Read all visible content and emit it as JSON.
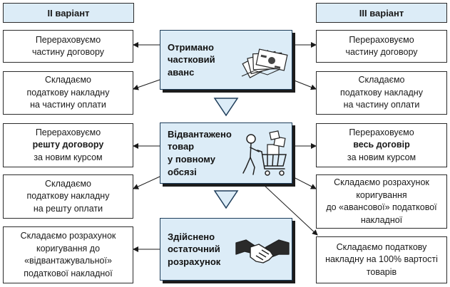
{
  "headers": {
    "left": "II варіант",
    "right": "III варіант"
  },
  "center": {
    "e1": [
      "Отримано",
      "частковий",
      "аванс"
    ],
    "e2": [
      "Відвантажено",
      "товар",
      "у повному",
      "обсязі"
    ],
    "e3": [
      "Здійснено",
      "остаточний",
      "розрахунок"
    ]
  },
  "left": {
    "b1": [
      "Перераховуємо",
      "частину договору"
    ],
    "b2": [
      "Складаємо",
      "податкову накладну",
      "на частину оплати"
    ],
    "b3": {
      "l1": "Перераховуємо",
      "bold": "решту договору",
      "l3": "за новим курсом"
    },
    "b4": [
      "Складаємо",
      "податкову накладну",
      "на решту оплати"
    ],
    "b5": [
      "Складаємо розрахунок",
      "коригування до",
      "«відвантажувальної»",
      "податкової накладної"
    ]
  },
  "right": {
    "b1": [
      "Перераховуємо",
      "частину договору"
    ],
    "b2": [
      "Складаємо",
      "податкову накладну",
      "на частину оплати"
    ],
    "b3": {
      "l1": "Перераховуємо",
      "bold": "весь договір",
      "l3": "за новим курсом"
    },
    "b4": [
      "Складаємо розрахунок",
      "коригування",
      "до «авансової» податкової",
      "накладної"
    ],
    "b5": [
      "Складаємо податкову",
      "накладну на 100% вартості",
      "товарів"
    ]
  }
}
